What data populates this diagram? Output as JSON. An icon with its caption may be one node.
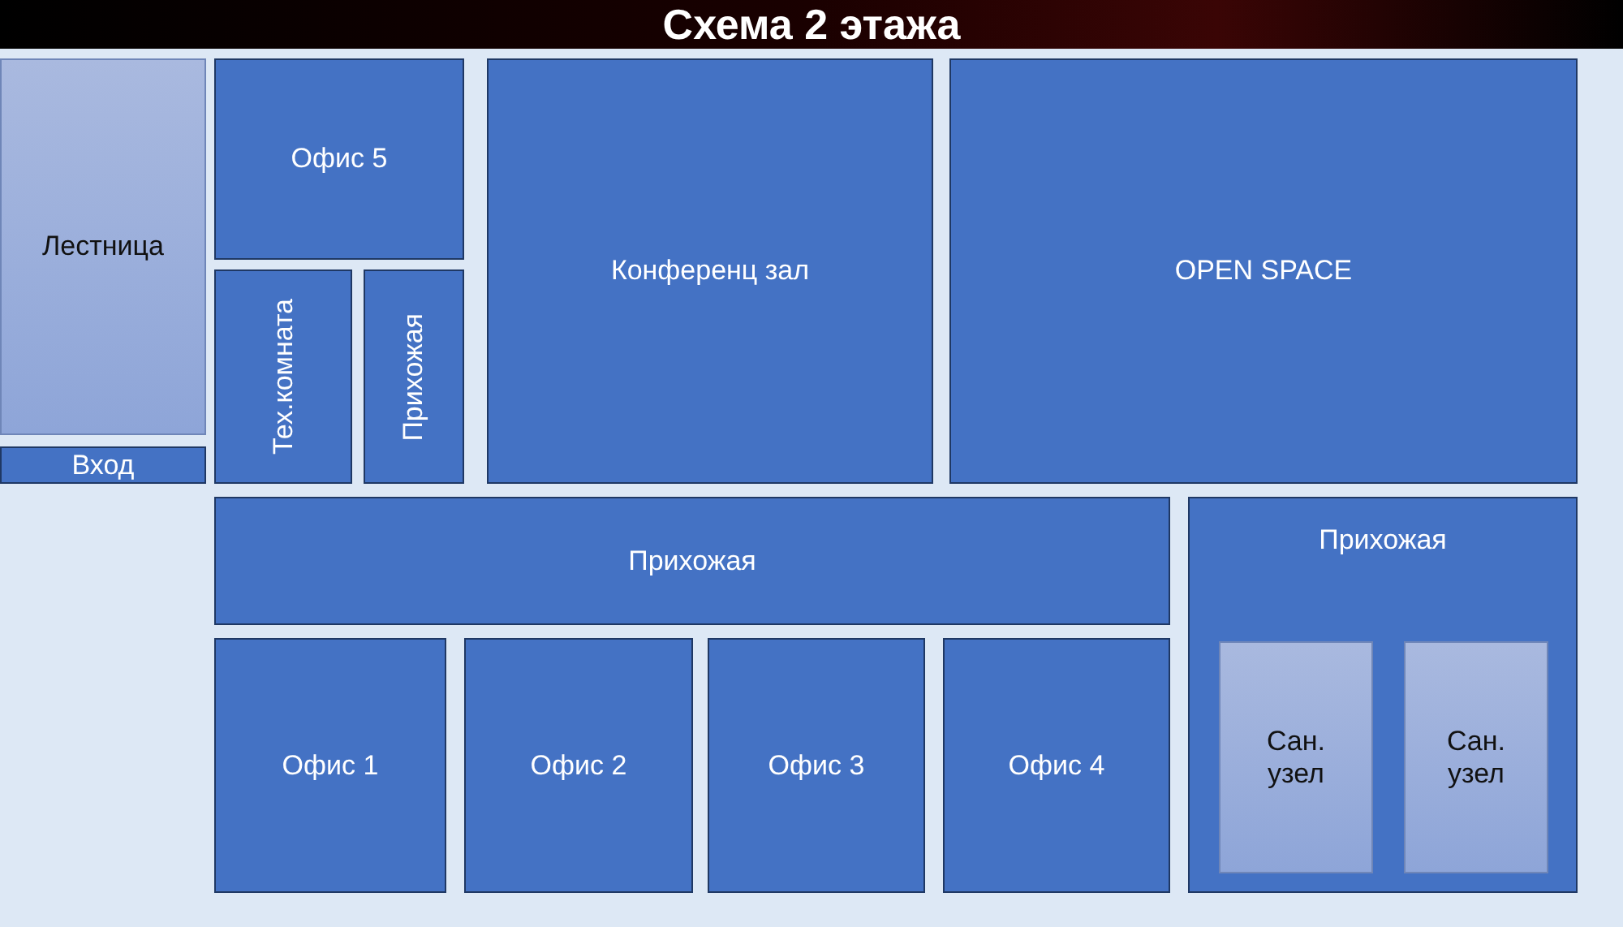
{
  "diagram": {
    "title": "Схема 2 этажа",
    "nodes": [
      {
        "text": [
          "Лестница"
        ]
      },
      {
        "text": [
          "Офис 5"
        ]
      },
      {
        "text": [
          "Конференц зал"
        ]
      },
      {
        "text": [
          "OPEN SPACE"
        ]
      },
      {
        "text": [
          "Тех.комната"
        ]
      },
      {
        "text": [
          "Прихожая"
        ]
      },
      {
        "text": [
          "Вход"
        ]
      },
      {
        "text": [
          "Прихожая"
        ]
      },
      {
        "text": [
          "Прихожая"
        ]
      },
      {
        "text": [
          "Сан. узел"
        ],
        "in": 8
      },
      {
        "text": [
          "Сан. узел"
        ],
        "in": 8
      },
      {
        "text": [
          "Офис 1"
        ]
      },
      {
        "text": [
          "Офис 2"
        ]
      },
      {
        "text": [
          "Офис 3"
        ]
      },
      {
        "text": [
          "Офис 4"
        ]
      }
    ],
    "edges": []
  }
}
